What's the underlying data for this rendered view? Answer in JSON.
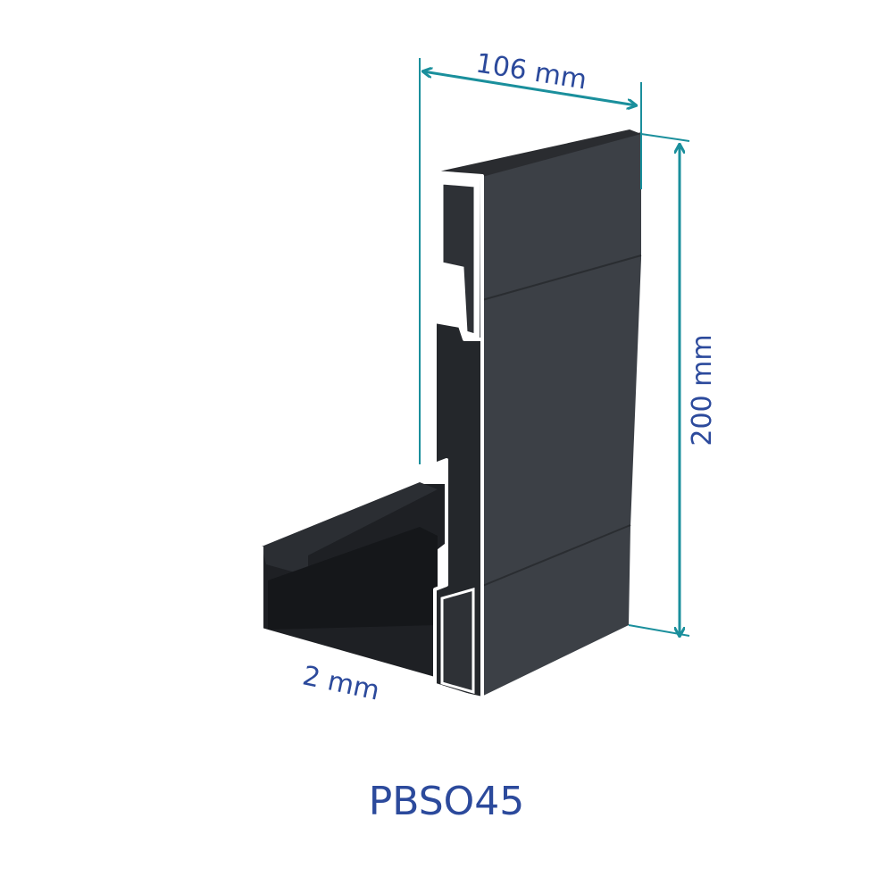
{
  "product": {
    "name": "PBSO45"
  },
  "dimensions": {
    "width_label": "106 mm",
    "height_label": "200 mm",
    "thickness_label": "2 mm"
  },
  "colors": {
    "text": "#2c4a9c",
    "arrow": "#1a8f9c",
    "profile": "#3a3e44",
    "profile_dark": "#1e2024",
    "edge": "#ffffff"
  }
}
